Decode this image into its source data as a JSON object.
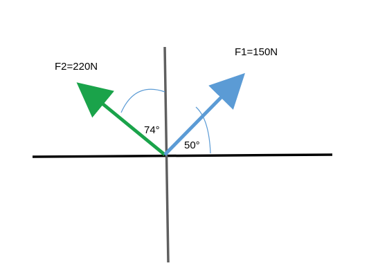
{
  "colors": {
    "background": "#ffffff",
    "horizontal_axis": "#000000",
    "vertical_axis": "#5f5f5f",
    "f1_arrow": "#5b9bd5",
    "f2_arrow": "#1aa34a",
    "angle_arc": "#5b9bd5"
  },
  "forces": {
    "f1": {
      "label": "F1=150N",
      "angle_label": "50°"
    },
    "f2": {
      "label": "F2=220N",
      "angle_label": "74°"
    }
  }
}
